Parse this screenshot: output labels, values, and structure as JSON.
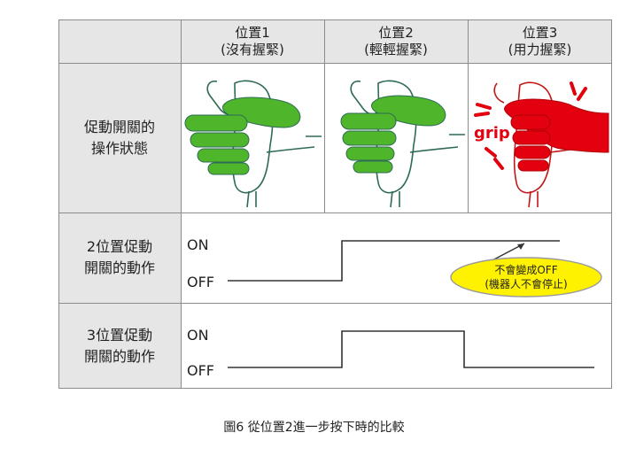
{
  "header": {
    "pos1": {
      "line1": "位置1",
      "line2": "(沒有握緊)"
    },
    "pos2": {
      "line1": "位置2",
      "line2": "(輕輕握緊)"
    },
    "pos3": {
      "line1": "位置3",
      "line2": "(用力握緊)"
    }
  },
  "rows": {
    "hand_state": {
      "line1": "促動開關的",
      "line2": "操作狀態"
    },
    "two_position": {
      "line1": "2位置促動",
      "line2": "開關的動作"
    },
    "three_position": {
      "line1": "3位置促動",
      "line2": "開關的動作"
    }
  },
  "signals": {
    "on_label": "ON",
    "off_label": "OFF"
  },
  "grip_text": "grip",
  "callout": {
    "line1": "不會變成OFF",
    "line2": "(機器人不會停止)"
  },
  "caption": "圖6  從位置2進一步按下時的比較",
  "colors": {
    "green": "#4fb52b",
    "red": "#e3000f",
    "callout_fill": "#fff200",
    "outline": "#2e6b55",
    "label_bg": "#e6e6e6"
  }
}
